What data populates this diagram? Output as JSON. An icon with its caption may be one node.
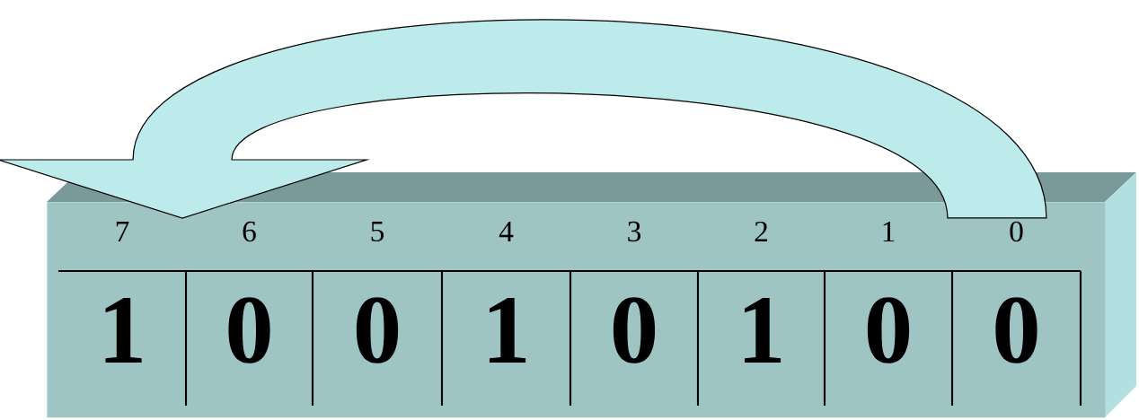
{
  "diagram": {
    "nodes": [
      {
        "text": [],
        "shape": "box"
      },
      {
        "text": [
          "7",
          "1"
        ],
        "in": 0
      },
      {
        "text": [
          "6",
          "0"
        ],
        "in": 0
      },
      {
        "text": [
          "5",
          "0"
        ],
        "in": 0
      },
      {
        "text": [
          "4",
          "1"
        ],
        "in": 0
      },
      {
        "text": [
          "3",
          "0"
        ],
        "in": 0
      },
      {
        "text": [
          "2",
          "1"
        ],
        "in": 0
      },
      {
        "text": [
          "1",
          "0"
        ],
        "in": 0
      },
      {
        "text": [
          "0",
          "0"
        ],
        "in": 0
      }
    ],
    "edges": [
      {
        "from": 8,
        "to": 1,
        "arrow": "to"
      }
    ]
  }
}
